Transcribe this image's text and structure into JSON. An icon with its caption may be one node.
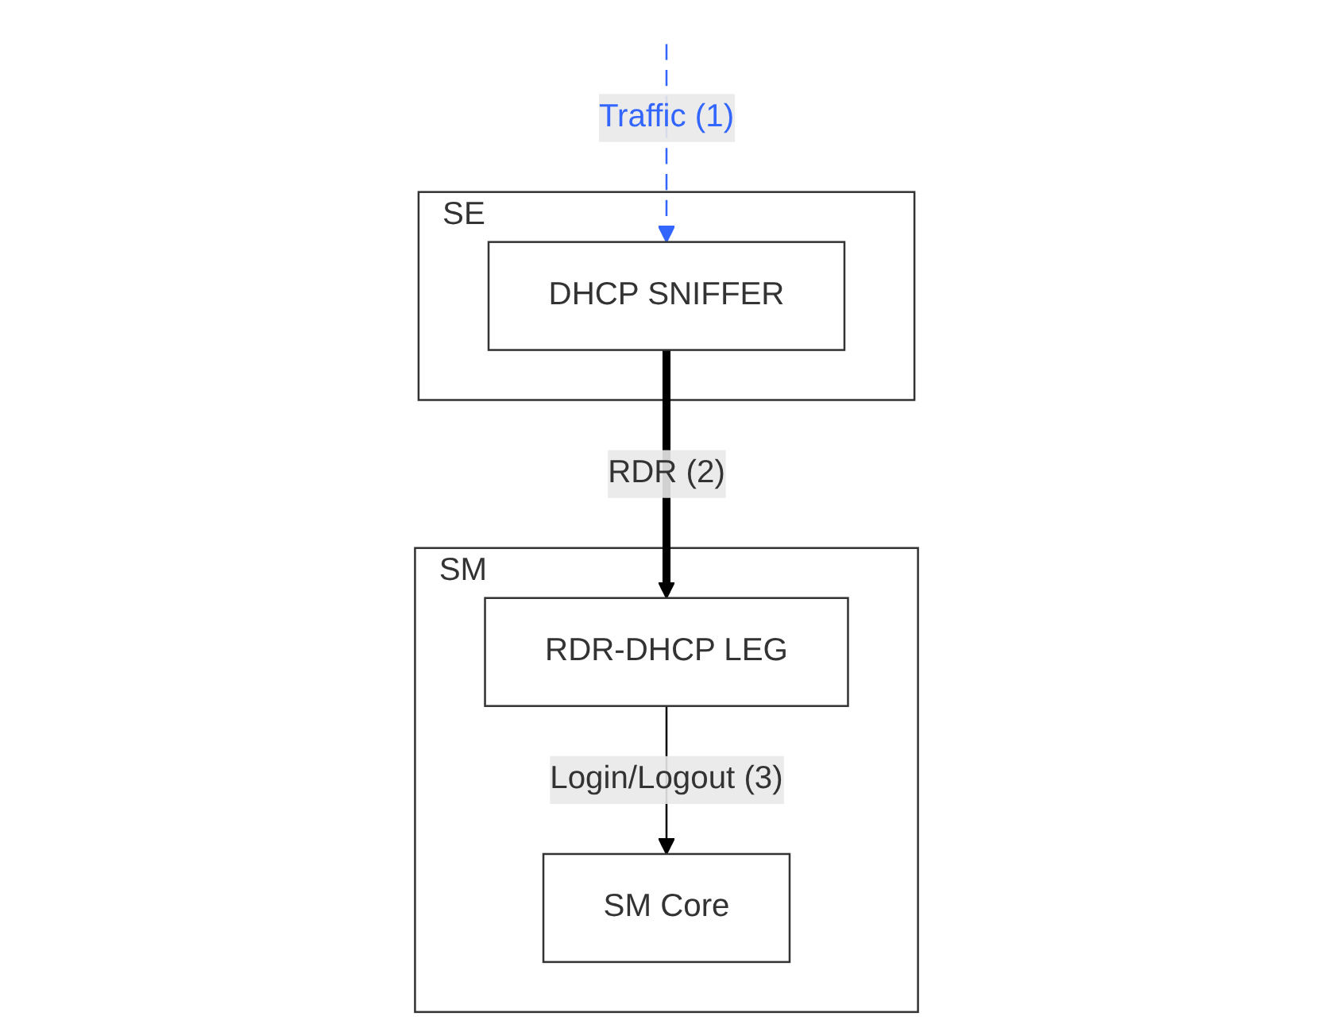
{
  "diagram": {
    "nodes": [
      {
        "text": [
          "SE"
        ]
      },
      {
        "text": [
          "DHCP SNIFFER"
        ],
        "in": 0
      },
      {
        "text": [
          "SM"
        ]
      },
      {
        "text": [
          "RDR-DHCP LEG"
        ],
        "in": 2
      },
      {
        "text": [
          "SM Core"
        ],
        "in": 2
      }
    ],
    "edges": [
      {
        "from": null,
        "to": 1,
        "arrow": "to",
        "label": "Traffic (1)",
        "style": "dashed",
        "color": "#3366ff"
      },
      {
        "from": 1,
        "to": 3,
        "arrow": "to",
        "label": "RDR (2)",
        "style": "thick"
      },
      {
        "from": 3,
        "to": 4,
        "arrow": "to",
        "label": "Login/Logout (3)"
      }
    ]
  }
}
